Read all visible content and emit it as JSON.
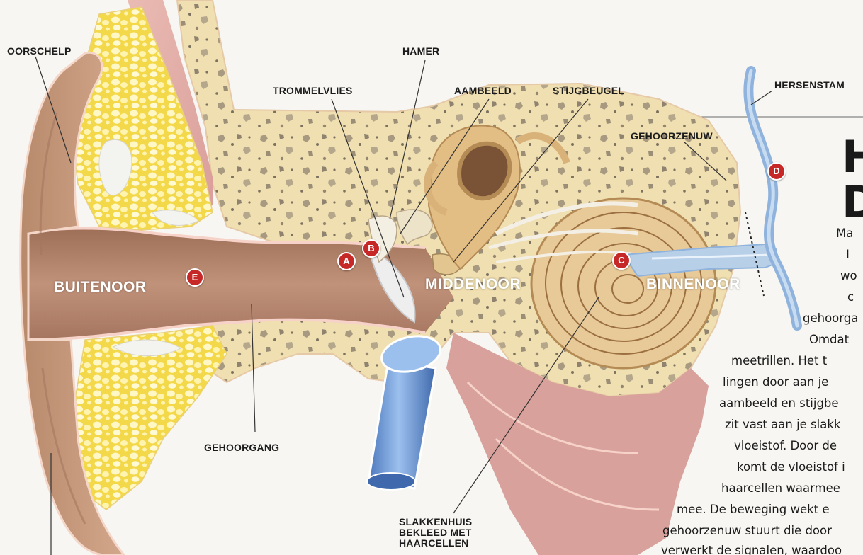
{
  "labels": {
    "oorschelp": "OORSCHELP",
    "hamer": "HAMER",
    "trommelvlies": "TROMMELVLIES",
    "aambeeld": "AAMBEELD",
    "stijgbeugel": "STIJGBEUGEL",
    "hersenstam": "HERSENSTAM",
    "gehoorzenuw": "GEHOORZENUW",
    "gehoorgang": "GEHOORGANG",
    "slakkenhuis": [
      "SLAKKENHUIS",
      "BEKLEED MET",
      "HAARCELLEN"
    ]
  },
  "regions": {
    "buitenoor": "BUITENOOR",
    "middenoor": "MIDDENOOR",
    "binnenoor": "BINNENOOR"
  },
  "markers": {
    "a": "A",
    "b": "B",
    "c": "C",
    "d": "D",
    "e": "E"
  },
  "article": {
    "heading": [
      "H",
      "D"
    ],
    "lines": [
      "Ma",
      "I",
      "wo",
      "c",
      "gehoorga",
      "Omdat",
      "meetrillen. Het t",
      "lingen door aan je",
      "aambeeld en stijgbe",
      "zit vast aan je slakk",
      "vloeistof. Door de",
      "komt de vloeistof i",
      "haarcellen waarmee",
      "mee. De beweging wekt e",
      "gehoorzenuw stuurt die door",
      "verwerkt de signalen, waardoo"
    ]
  },
  "colors": {
    "skin": "#c79a7a",
    "bone": "#f0dfb0",
    "fat": "#f6e35a",
    "marker": "#c62828",
    "tube": "#6f9ad6",
    "nerve": "#8fb3dc"
  }
}
